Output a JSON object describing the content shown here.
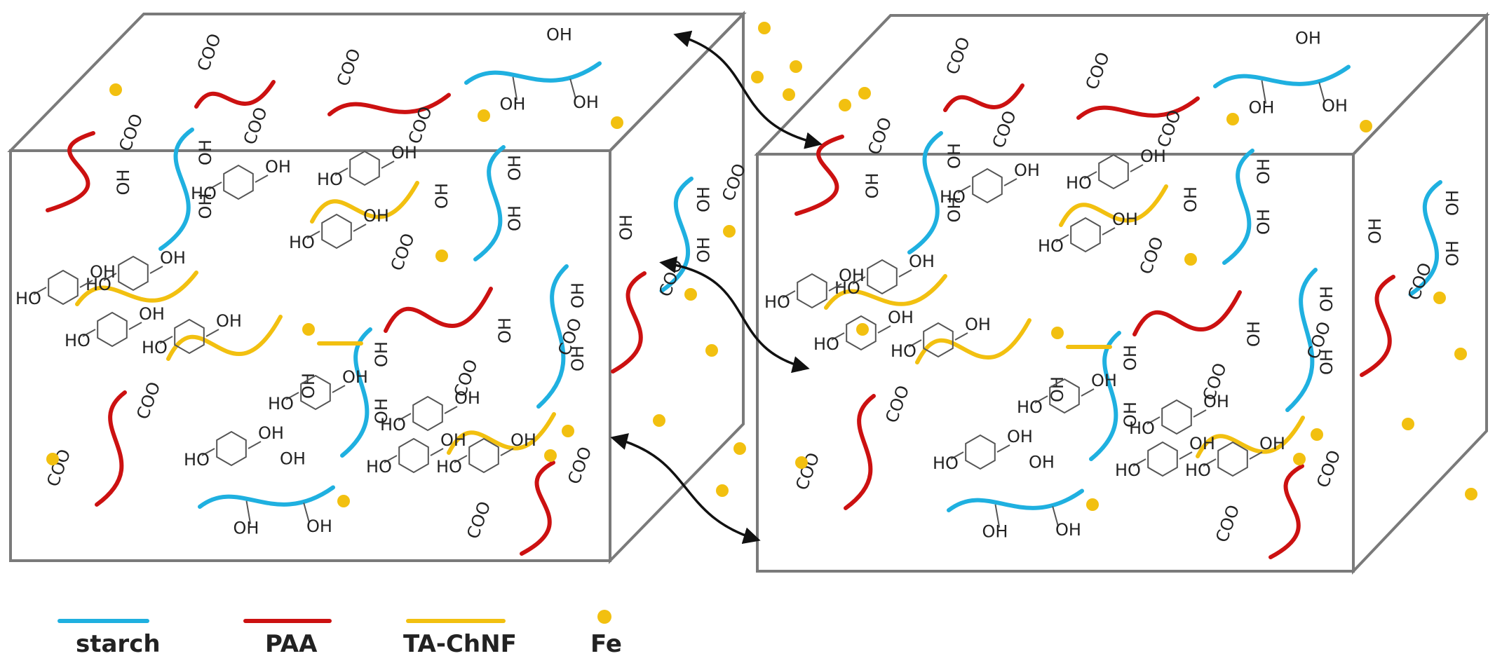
{
  "colors": {
    "starch": "#1fb0e0",
    "paa": "#cc1111",
    "ta_chnf": "#f2c010",
    "fe": "#f2c010",
    "box": "#7a7a7a",
    "arrow": "#111111",
    "molecule": "#555555"
  },
  "group_labels": {
    "hydroxyl": "OH",
    "carboxylate": "COO",
    "phenol": "HO"
  },
  "legend": [
    {
      "key": "starch",
      "label": "starch",
      "marker": "line"
    },
    {
      "key": "paa",
      "label": "PAA",
      "marker": "line"
    },
    {
      "key": "ta_chnf",
      "label": "TA-ChNF",
      "marker": "line"
    },
    {
      "key": "fe",
      "label": "Fe",
      "marker": "dot"
    }
  ],
  "arrow_icon": "double-headed-curved-arrow"
}
